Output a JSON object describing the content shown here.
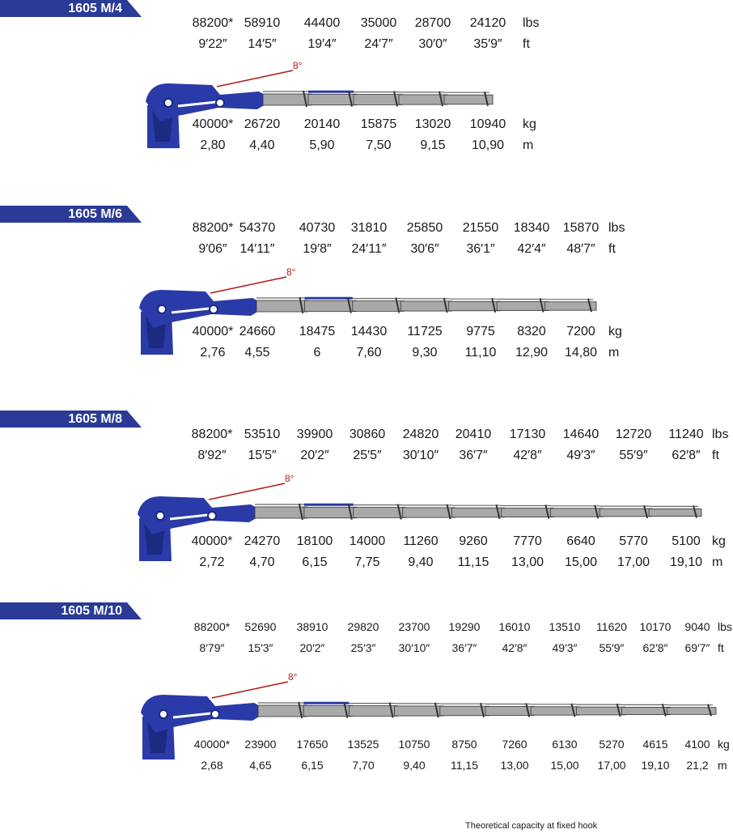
{
  "footer": "Theoretical capacity at fixed hook",
  "colors": {
    "tag": "#2a3a96",
    "crane": "#2a3aa8",
    "boom": "#a9a9a9",
    "angle": "#b01c1c"
  },
  "models": [
    {
      "label": "1605 M/4",
      "angle": "8°",
      "lbs": [
        "88200*",
        "58910",
        "44400",
        "35000",
        "28700",
        "24120"
      ],
      "ft": [
        "9′22″",
        "14′5″",
        "19′4″",
        "24′7″",
        "30′0″",
        "35′9″"
      ],
      "kg": [
        "40000*",
        "26720",
        "20140",
        "15875",
        "13020",
        "10940"
      ],
      "m": [
        "2,80",
        "4,40",
        "5,90",
        "7,50",
        "9,15",
        "10,90"
      ],
      "units": {
        "lbs": "lbs",
        "ft": "ft",
        "kg": "kg",
        "m": "m"
      }
    },
    {
      "label": "1605 M/6",
      "angle": "8°",
      "lbs": [
        "88200*",
        "54370",
        "40730",
        "31810",
        "25850",
        "21550",
        "18340",
        "15870"
      ],
      "ft": [
        "9′06″",
        "14′11″",
        "19′8″",
        "24′11″",
        "30′6″",
        "36′1″",
        "42′4″",
        "48′7″"
      ],
      "kg": [
        "40000*",
        "24660",
        "18475",
        "14430",
        "11725",
        "9775",
        "8320",
        "7200"
      ],
      "m": [
        "2,76",
        "4,55",
        "6",
        "7,60",
        "9,30",
        "11,10",
        "12,90",
        "14,80"
      ],
      "units": {
        "lbs": "lbs",
        "ft": "ft",
        "kg": "kg",
        "m": "m"
      }
    },
    {
      "label": "1605 M/8",
      "angle": "8°",
      "lbs": [
        "88200*",
        "53510",
        "39900",
        "30860",
        "24820",
        "20410",
        "17130",
        "14640",
        "12720",
        "11240"
      ],
      "ft": [
        "8′92″",
        "15′5″",
        "20′2″",
        "25′5″",
        "30′10″",
        "36′7″",
        "42′8″",
        "49′3″",
        "55′9″",
        "62′8″"
      ],
      "kg": [
        "40000*",
        "24270",
        "18100",
        "14000",
        "11260",
        "9260",
        "7770",
        "6640",
        "5770",
        "5100"
      ],
      "m": [
        "2,72",
        "4,70",
        "6,15",
        "7,75",
        "9,40",
        "11,15",
        "13,00",
        "15,00",
        "17,00",
        "19,10"
      ],
      "units": {
        "lbs": "lbs",
        "ft": "ft",
        "kg": "kg",
        "m": "m"
      }
    },
    {
      "label": "1605 M/10",
      "angle": "8°",
      "lbs": [
        "88200*",
        "52690",
        "38910",
        "29820",
        "23700",
        "19290",
        "16010",
        "13510",
        "11620",
        "10170",
        "9040"
      ],
      "ft": [
        "8′79″",
        "15′3″",
        "20′2″",
        "25′3″",
        "30′10″",
        "36′7″",
        "42′8″",
        "49′3″",
        "55′9″",
        "62′8″",
        "69′7″"
      ],
      "kg": [
        "40000*",
        "23900",
        "17650",
        "13525",
        "10750",
        "8750",
        "7260",
        "6130",
        "5270",
        "4615",
        "4100"
      ],
      "m": [
        "2,68",
        "4,65",
        "6,15",
        "7,70",
        "9,40",
        "11,15",
        "13,00",
        "15,00",
        "17,00",
        "19,10",
        "21,2"
      ],
      "units": {
        "lbs": "lbs",
        "ft": "ft",
        "kg": "kg",
        "m": "m"
      }
    }
  ]
}
